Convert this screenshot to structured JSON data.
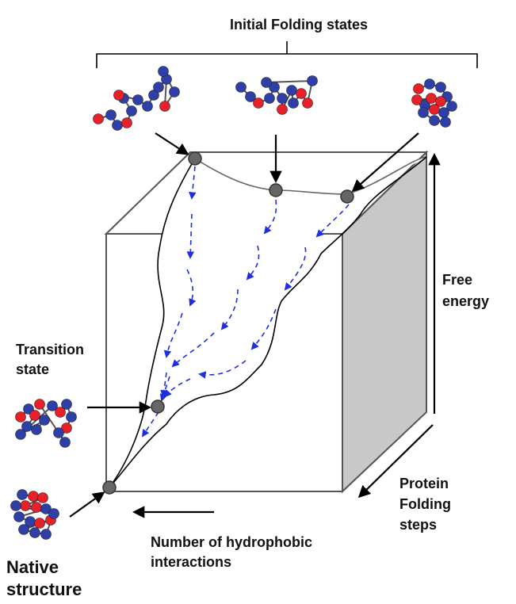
{
  "labels": {
    "title": "Initial Folding states",
    "transition_line1": "Transition",
    "transition_line2": "state",
    "native_line1": "Native",
    "native_line2": "structure",
    "free_line1": "Free",
    "free_line2": "energy",
    "protein_line1": "Protein",
    "protein_line2": "Folding",
    "protein_line3": "steps",
    "hydro_line1": "Number of hydrophobic",
    "hydro_line2": "interactions"
  },
  "colors": {
    "hydrophobic_bead": "#e8202a",
    "polar_bead": "#2e3fa8",
    "pathway_arrow": "#1f2fe0",
    "box_edge": "#555555",
    "side_face": "#c8c8c8",
    "state_marker": "#666666"
  },
  "icons": {
    "molecule": "protein-chain-icon",
    "state": "state-marker-icon"
  }
}
